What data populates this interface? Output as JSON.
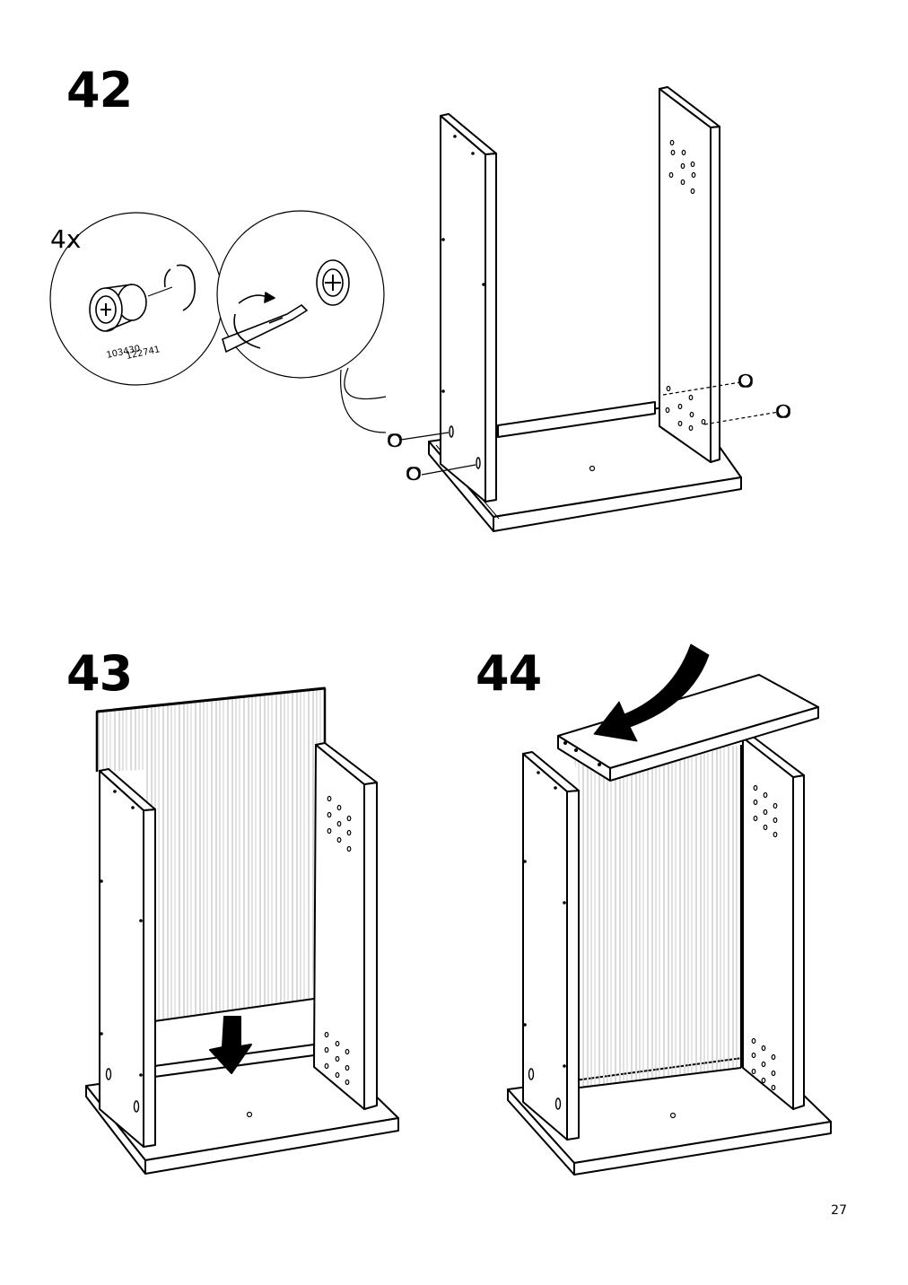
{
  "steps": [
    {
      "number": "42"
    },
    {
      "number": "43"
    },
    {
      "number": "44"
    }
  ],
  "step42": {
    "quantity": "4x",
    "part_numbers": [
      "103430",
      "122741"
    ]
  },
  "page_number": "27",
  "icons": [
    "cam-lock-icon",
    "screwdriver-icon",
    "rotate-arrow-icon",
    "down-arrow-icon",
    "curved-arrow-icon"
  ]
}
